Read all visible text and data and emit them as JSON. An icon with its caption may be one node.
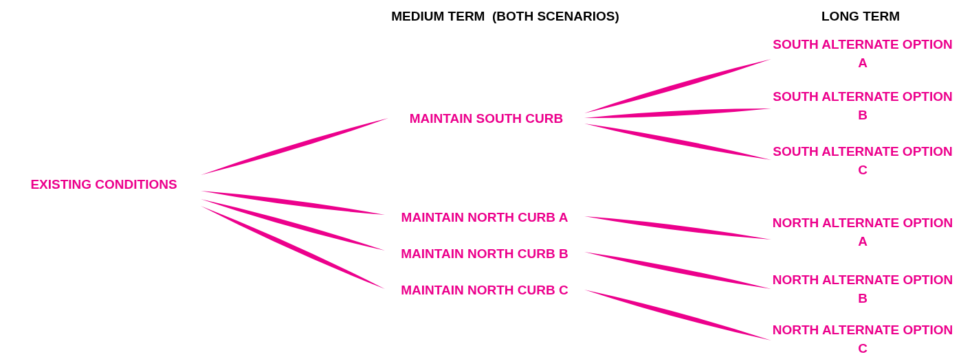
{
  "diagram": {
    "nodes": [
      {
        "text": [
          "EXISTING CONDITIONS"
        ]
      },
      {
        "text": [
          "MAINTAIN SOUTH CURB"
        ]
      },
      {
        "text": [
          "MAINTAIN NORTH CURB A"
        ]
      },
      {
        "text": [
          "MAINTAIN NORTH CURB B"
        ]
      },
      {
        "text": [
          "MAINTAIN NORTH CURB C"
        ]
      },
      {
        "text": [
          "SOUTH ALTERNATE OPTION A"
        ]
      },
      {
        "text": [
          "SOUTH ALTERNATE OPTION B"
        ]
      },
      {
        "text": [
          "SOUTH ALTERNATE OPTION C"
        ]
      },
      {
        "text": [
          "NORTH ALTERNATE OPTION A"
        ]
      },
      {
        "text": [
          "NORTH ALTERNATE OPTION B"
        ]
      },
      {
        "text": [
          "NORTH ALTERNATE OPTION C"
        ]
      }
    ],
    "edges": [
      {
        "from": 0,
        "to": 1,
        "arrow": "none"
      },
      {
        "from": 0,
        "to": 2,
        "arrow": "none"
      },
      {
        "from": 0,
        "to": 3,
        "arrow": "none"
      },
      {
        "from": 0,
        "to": 4,
        "arrow": "none"
      },
      {
        "from": 1,
        "to": 5,
        "arrow": "none"
      },
      {
        "from": 1,
        "to": 6,
        "arrow": "none"
      },
      {
        "from": 1,
        "to": 7,
        "arrow": "none"
      },
      {
        "from": 2,
        "to": 8,
        "arrow": "none"
      },
      {
        "from": 3,
        "to": 9,
        "arrow": "none"
      },
      {
        "from": 4,
        "to": 10,
        "arrow": "none"
      }
    ],
    "labels": [
      "MEDIUM TERM  (BOTH SCENARIOS)",
      "LONG TERM"
    ]
  }
}
